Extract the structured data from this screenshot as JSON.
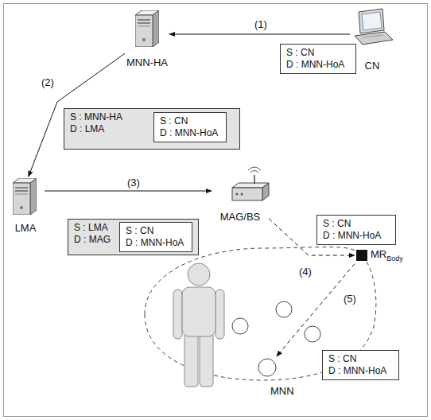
{
  "diagram": {
    "nodes": [
      {
        "text": [
          "MNN-HA"
        ]
      },
      {
        "text": [
          "CN"
        ]
      },
      {
        "text": [
          "S : CN",
          "D : MNN-HoA"
        ]
      },
      {
        "text": [
          "S : MNN-HA",
          "D : LMA"
        ]
      },
      {
        "text": [
          "S : CN",
          "D : MNN-HoA"
        ],
        "in": 3
      },
      {
        "text": [
          "LMA"
        ]
      },
      {
        "text": [
          "MAG/BS"
        ]
      },
      {
        "text": [
          "S : LMA",
          "D : MAG"
        ]
      },
      {
        "text": [
          "S : CN",
          "D : MNN-HoA"
        ],
        "in": 7
      },
      {
        "text": [
          "S : CN",
          "D : MNN-HoA"
        ]
      },
      {
        "text": [
          "MR",
          "Body"
        ]
      },
      {
        "text": [
          "S : CN",
          "D : MNN-HoA"
        ]
      },
      {
        "text": [
          "MNN"
        ]
      }
    ],
    "edges": [
      {
        "from": 1,
        "to": 0,
        "arrow": "to",
        "label": "(1)"
      },
      {
        "from": 0,
        "to": 5,
        "arrow": "to",
        "label": "(2)"
      },
      {
        "from": 5,
        "to": 6,
        "arrow": "to",
        "label": "(3)"
      },
      {
        "from": 6,
        "to": 10,
        "arrow": "to",
        "label": "(4)"
      },
      {
        "from": 10,
        "to": 12,
        "arrow": "to",
        "label": "(5)"
      }
    ]
  }
}
